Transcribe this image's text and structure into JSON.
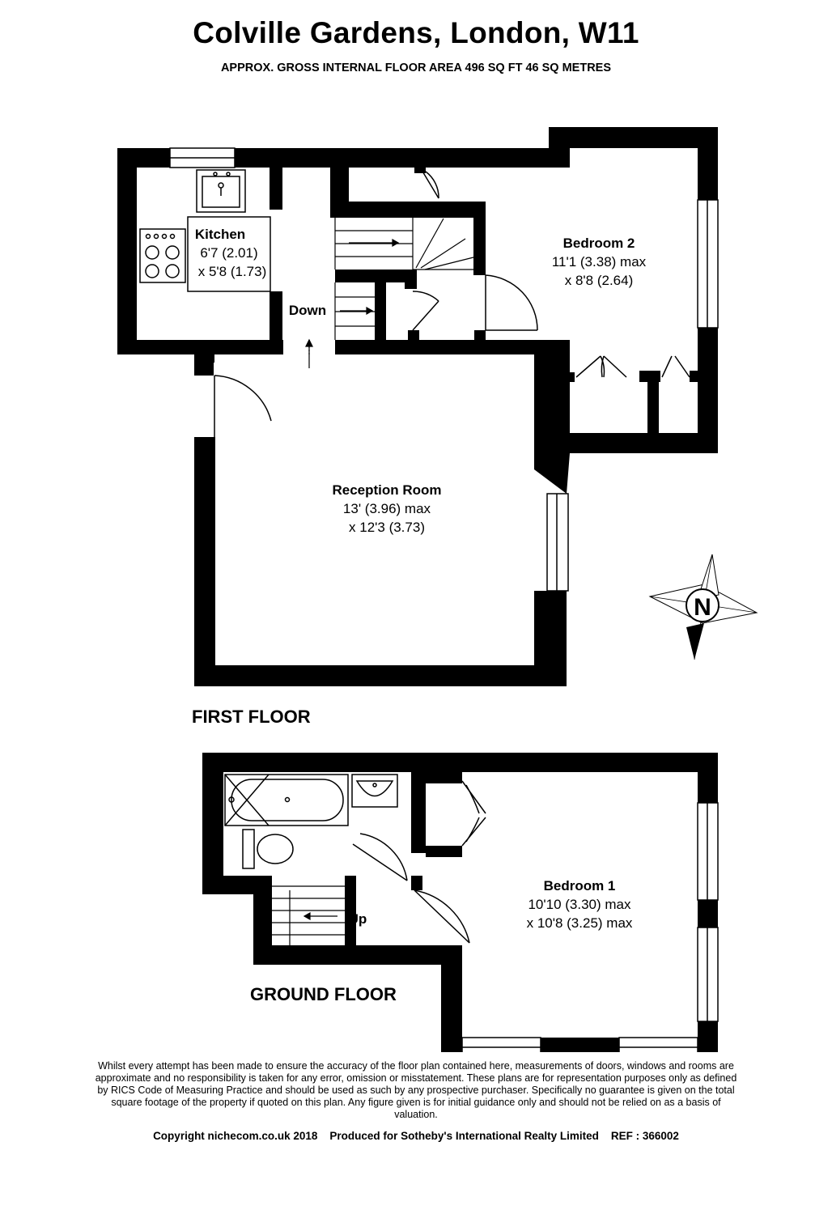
{
  "header": {
    "title": "Colville Gardens, London, W11",
    "subtitle": "APPROX. GROSS INTERNAL FLOOR AREA 496 SQ FT 46 SQ METRES"
  },
  "first_floor": {
    "label": "FIRST FLOOR",
    "kitchen": {
      "name": "Kitchen",
      "dim1": "6'7 (2.01)",
      "dim2": "x 5'8 (1.73)"
    },
    "bedroom2": {
      "name": "Bedroom 2",
      "dim1": "11'1 (3.38) max",
      "dim2": "x 8'8 (2.64)"
    },
    "reception": {
      "name": "Reception Room",
      "dim1": "13' (3.96) max",
      "dim2": "x 12'3 (3.73)"
    },
    "stairs_label": "Down"
  },
  "ground_floor": {
    "label": "GROUND FLOOR",
    "bedroom1": {
      "name": "Bedroom 1",
      "dim1": "10'10 (3.30) max",
      "dim2": "x 10'8 (3.25) max"
    },
    "stairs_label": "Up"
  },
  "compass": {
    "letter": "N"
  },
  "footer": {
    "disclaimer": "Whilst every attempt has been made to ensure the accuracy of the floor plan contained here, measurements of doors, windows and rooms are approximate and no responsibility is taken for any error, omission or misstatement. These plans are for representation purposes only as defined by RICS Code of Measuring Practice and should be used as such by any prospective purchaser. Specifically no guarantee is given on the total square footage of the property if quoted on this plan. Any figure given is for initial guidance only and should not be relied on as a basis of valuation.",
    "copyright": "Copyright nichecom.co.uk 2018    Produced for Sotheby's International Realty Limited    REF : 366002"
  }
}
